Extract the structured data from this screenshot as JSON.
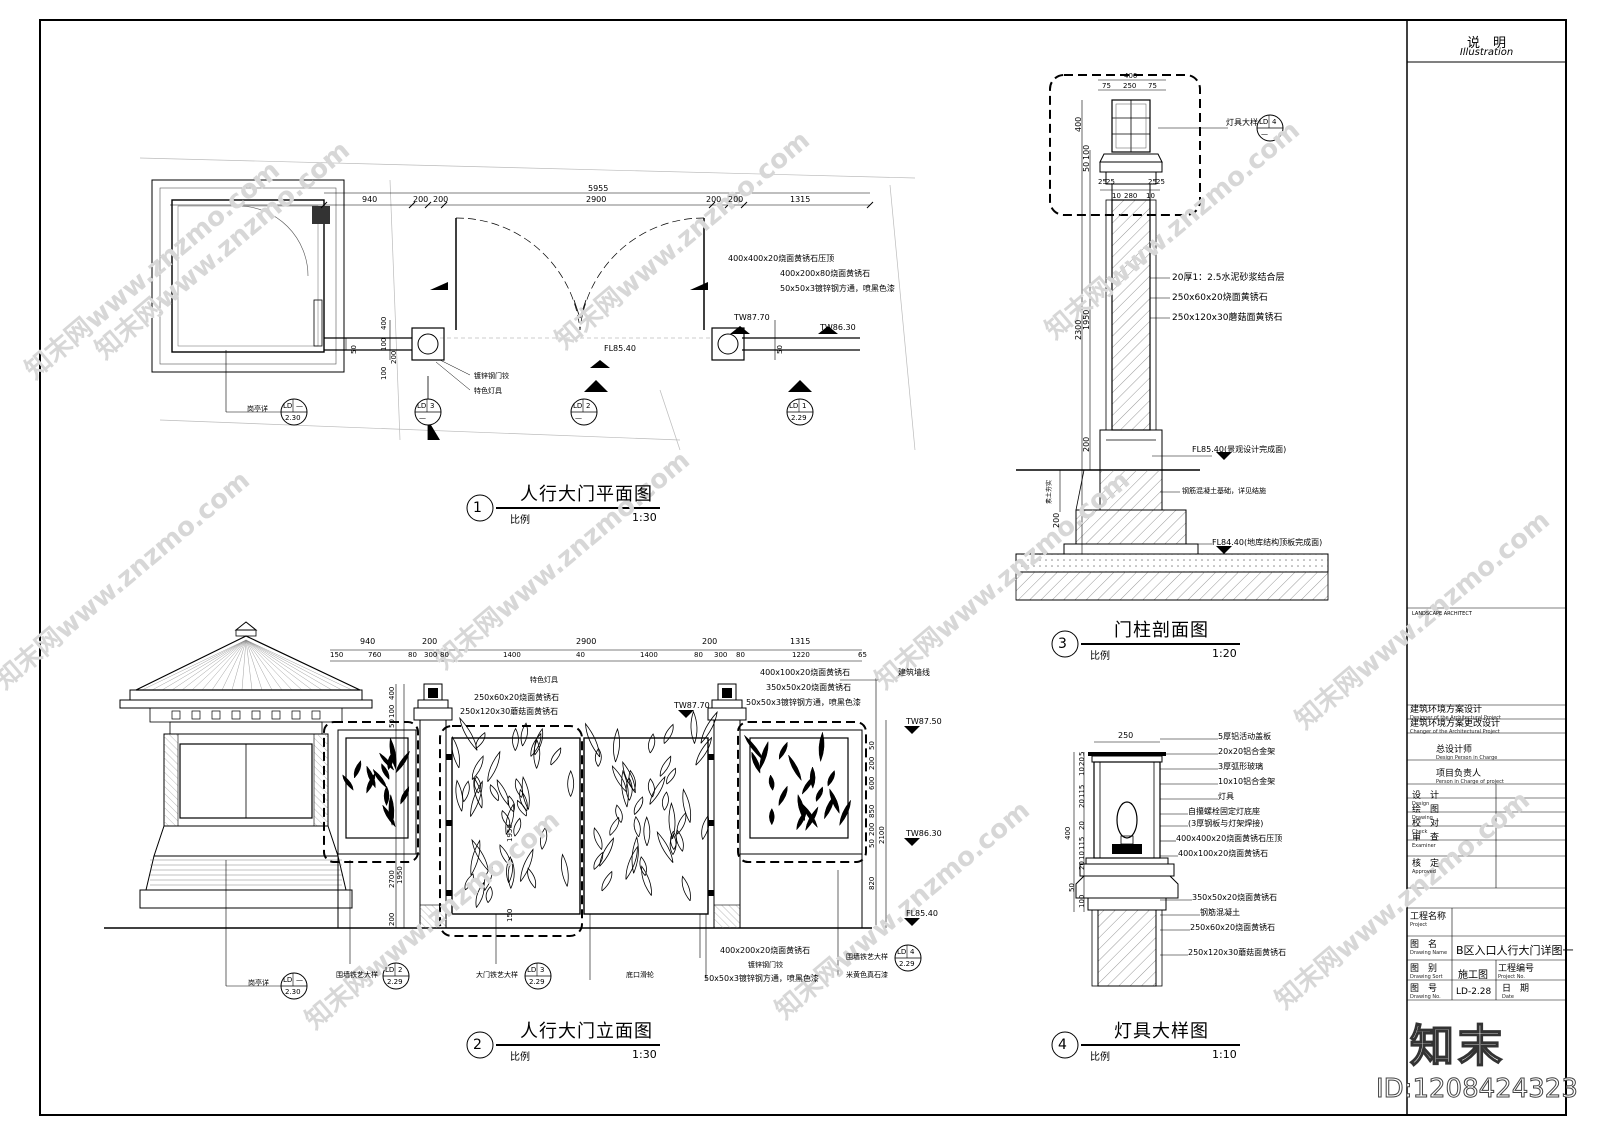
{
  "sheet": {
    "watermark_text": "知末网www.znzmo.com",
    "logo_text": "知末",
    "id_text": "ID:1208424323"
  },
  "title_block": {
    "illustration_cn": "说　明",
    "illustration_en": "Illustration",
    "landscape_architect": "LANDSCAPE ARCHITECT",
    "rows": [
      {
        "cn": "建筑环境方案设计",
        "en": "Designer of the Architectural Project"
      },
      {
        "cn": "建筑环境方案更改设计",
        "en": "Changer of the Architectural Project"
      },
      {
        "cn": "总设计师",
        "en": "Design Person in Charge"
      },
      {
        "cn": "项目负责人",
        "en": "Person in Charge of project"
      },
      {
        "cn": "设　计",
        "en": "Design"
      },
      {
        "cn": "绘　图",
        "en": "Drawing"
      },
      {
        "cn": "校　对",
        "en": "Check"
      },
      {
        "cn": "审　查",
        "en": "Examiner"
      },
      {
        "cn": "核　定",
        "en": "Approved"
      }
    ],
    "project_cn": "工程名称",
    "project_en": "Project",
    "drawing_name_cn": "图　名",
    "drawing_name_en": "Drawing Name",
    "drawing_name_value": "B区入口人行大门详图一",
    "sort_cn": "图　别",
    "sort_en": "Drawing Sort",
    "sort_value": "施工图",
    "proj_no_cn": "工程编号",
    "proj_no_en": "Project No.",
    "no_cn": "图　号",
    "no_en": "Drawing No.",
    "no_value": "LD-2.28",
    "date_cn": "日　期",
    "date_en": "Date"
  },
  "views": {
    "plan": {
      "num": "1",
      "title": "人行大门平面图",
      "scale_label": "比例",
      "scale": "1:30"
    },
    "elevation": {
      "num": "2",
      "title": "人行大门立面图",
      "scale_label": "比例",
      "scale": "1:30"
    },
    "section": {
      "num": "3",
      "title": "门柱剖面图",
      "scale_label": "比例",
      "scale": "1:20"
    },
    "lamp": {
      "num": "4",
      "title": "灯具大样图",
      "scale_label": "比例",
      "scale": "1:10"
    }
  },
  "plan": {
    "dims": [
      "940",
      "200",
      "200",
      "2900",
      "200",
      "200",
      "1315"
    ],
    "total": "5955",
    "dim_left": [
      "400",
      "100",
      "200",
      "100",
      "50"
    ],
    "dim_right": "50",
    "notes": [
      "400x400x20烧面黄锈石压顶",
      "400x200x80烧面黄锈石",
      "50x50x3镀锌钢方通，喷黑色漆"
    ],
    "levels": [
      "TW87.70",
      "TW86.30",
      "FL85.40"
    ],
    "callouts": [
      "镀锌钢门铰",
      "特色灯具"
    ],
    "kiosk_ref": "岗亭详",
    "refs": [
      {
        "top": "LD",
        "num": "—",
        "sheet": "2.30"
      },
      {
        "top": "LD",
        "num": "3",
        "sheet": "—"
      },
      {
        "top": "LD",
        "num": "2",
        "sheet": "—"
      },
      {
        "top": "LD",
        "num": "1",
        "sheet": "2.29"
      }
    ]
  },
  "elevation": {
    "dims_top": [
      "940",
      "200",
      "2900",
      "200",
      "1315"
    ],
    "dims_sub": [
      "150",
      "760",
      "80",
      "300",
      "80",
      "1400",
      "40",
      "1400",
      "80",
      "300",
      "80",
      "1220",
      "65"
    ],
    "dims_left": [
      "400",
      "100",
      "50",
      "2700",
      "1950",
      "200"
    ],
    "dims_right": [
      "50",
      "200",
      "600",
      "850",
      "200",
      "50",
      "2100",
      "820"
    ],
    "notes_left": [
      "特色灯具",
      "250x60x20烧面黄锈石",
      "250x120x30蘑菇面黄锈石"
    ],
    "notes_right": [
      "400x100x20烧面黄锈石",
      "350x50x20烧面黄锈石",
      "50x50x3镀锌钢方通，喷黑色漆"
    ],
    "wall_line": "建筑墙线",
    "levels": [
      "TW87.70",
      "TW87.50",
      "TW86.30",
      "FL85.40"
    ],
    "inner_dims": [
      "1950",
      "150"
    ],
    "notes_bottom": [
      "400x200x20烧面黄锈石",
      "镀锌钢门铰",
      "50x50x3镀锌钢方通，喷黑色漆"
    ],
    "callouts": [
      "岗亭详",
      "围墙铁艺大样",
      "大门铁艺大样",
      "底口滑轮",
      "围墙铁艺大样",
      "米黄色真石漆"
    ],
    "refs": [
      {
        "top": "LD",
        "num": "—",
        "sheet": "2.30"
      },
      {
        "top": "LD",
        "num": "2",
        "sheet": "2.29"
      },
      {
        "top": "LD",
        "num": "3",
        "sheet": "2.29"
      },
      {
        "top": "LD",
        "num": "4",
        "sheet": "2.29"
      }
    ]
  },
  "section": {
    "dims_top": [
      "400",
      "75",
      "250",
      "75"
    ],
    "dims_mid": [
      "25",
      "25",
      "280",
      "25",
      "25",
      "10",
      "10"
    ],
    "dims_left": [
      "400",
      "50",
      "100",
      "2300",
      "1950",
      "200",
      "200"
    ],
    "notes": [
      "20厚1：2.5水泥砂浆结合层",
      "250x60x20烧面黄锈石",
      "250x120x30蘑菇面黄锈石"
    ],
    "lamp_ref": "灯具大样",
    "lamp_ref_tag": {
      "top": "LD",
      "num": "4",
      "sheet": "—"
    },
    "fl_top": "FL85.40(景观设计完成面)",
    "foundation": "钢筋混凝土基础，详见结施",
    "soil": "素土夯实",
    "fl_bottom": "FL84.40(地库结构顶板完成面)"
  },
  "lamp": {
    "width": "250",
    "dims_left": [
      "5",
      "20",
      "10",
      "115",
      "20",
      "400",
      "20",
      "115",
      "10",
      "20",
      "50",
      "100"
    ],
    "notes": [
      "5厚铝活动盖板",
      "20x20铝合金架",
      "3厚弧形玻璃",
      "10x10铝合金架",
      "灯具",
      "自攥螺栓固定灯底座",
      "(3厚钢板与灯架焊接)",
      "400x400x20烧面黄锈石压顶",
      "400x100x20烧面黄锈石",
      "350x50x20烧面黄锈石",
      "钢筋混凝土",
      "250x60x20烧面黄锈石",
      "250x120x30蘑菇面黄锈石"
    ]
  }
}
